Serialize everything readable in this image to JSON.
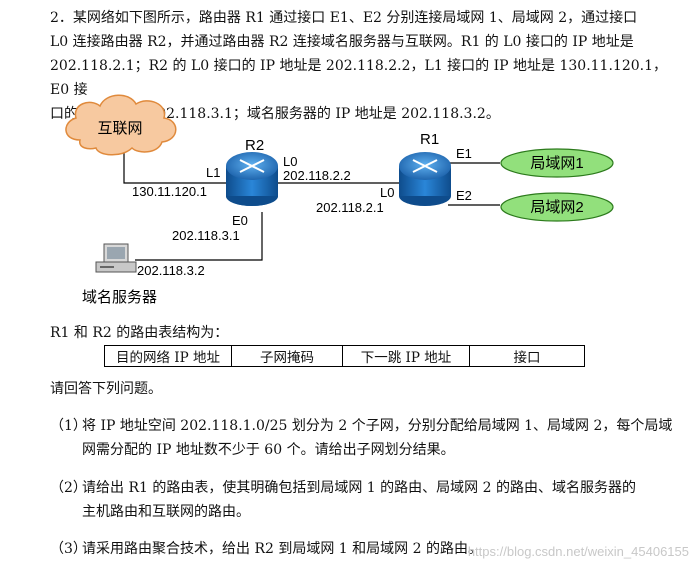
{
  "intro": {
    "line1": "2．某网络如下图所示，路由器 R1 通过接口 E1、E2 分别连接局域网 1、局域网 2，通过接口",
    "line2": "L0 连接路由器 R2，并通过路由器 R2 连接域名服务器与互联网。R1 的 L0 接口的 IP 地址是",
    "line3": "202.118.2.1；R2 的 L0 接口的 IP 地址是 202.118.2.2，L1 接口的 IP 地址是 130.11.120.1，E0 接",
    "line4": "口的 IP 地址是 202.118.3.1；域名服务器的 IP 地址是 202.118.3.2。"
  },
  "diagram": {
    "internet": "互联网",
    "r2": "R2",
    "r1": "R1",
    "r2_l1": "L1",
    "r2_l1_ip": "130.11.120.1",
    "r2_l0": "L0",
    "r2_l0_ip": "202.118.2.2",
    "r2_e0": "E0",
    "r2_e0_ip": "202.118.3.1",
    "r1_l0": "L0",
    "r1_l0_ip": "202.118.2.1",
    "r1_e1": "E1",
    "r1_e2": "E2",
    "lan1": "局域网1",
    "lan2": "局域网2",
    "dns_ip": "202.118.3.2",
    "dns_label": "域名服务器"
  },
  "table": {
    "caption": "R1 和 R2 的路由表结构为：",
    "headers": [
      "目的网络 IP 地址",
      "子网掩码",
      "下一跳 IP 地址",
      "接口"
    ]
  },
  "questions": {
    "lead": "请回答下列问题。",
    "q1_num": "（1）",
    "q1_line1": "将 IP 地址空间 202.118.1.0/25 划分为 2 个子网，分别分配给局域网 1、局域网 2，每个局域",
    "q1_line2": "网需分配的 IP 地址数不少于 60 个。请给出子网划分结果。",
    "q2_num": "（2）",
    "q2_line1": "请给出 R1 的路由表，使其明确包括到局域网 1 的路由、局域网 2 的路由、域名服务器的",
    "q2_line2": "主机路由和互联网的路由。",
    "q3_num": "（3）",
    "q3_line1": "请采用路由聚合技术，给出 R2 到局域网 1 和局域网 2 的路由。"
  },
  "watermark": "https://blog.csdn.net/weixin_45406155",
  "colors": {
    "router": "#1f78c8",
    "lan": "#92e07c",
    "cloud": "#f7c9a0"
  }
}
